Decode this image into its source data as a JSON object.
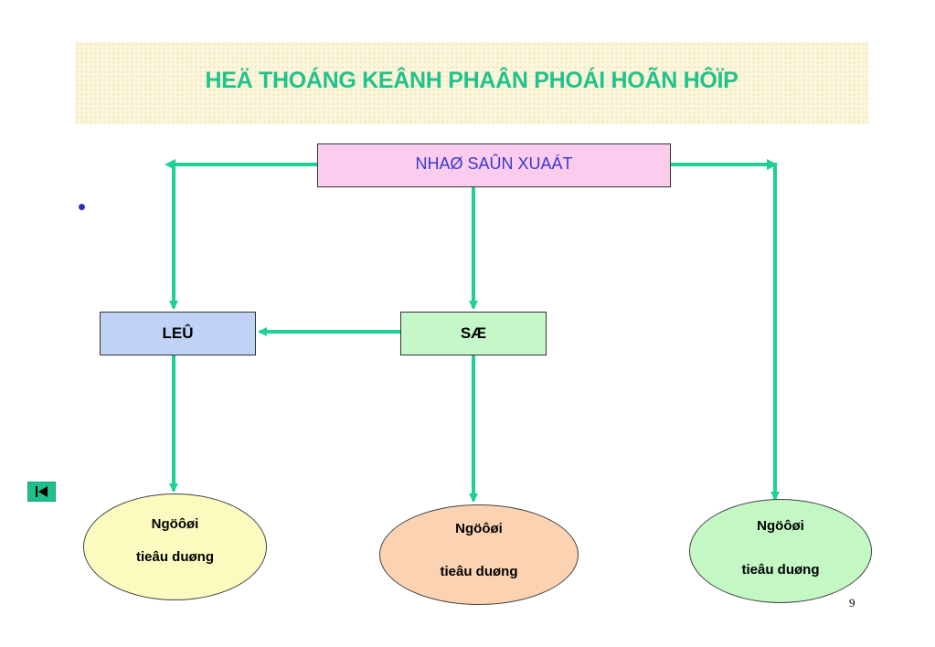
{
  "slide": {
    "title": "HEÄ THOÁNG KEÂNH PHAÂN PHOÁI HOÃN HÔÏP",
    "page_number": "9"
  },
  "nodes": {
    "manufacturer": "NHAØ SAÛN XUAÁT",
    "wholesaler": "LEÛ",
    "retailer": "SÆ",
    "consumers": [
      {
        "line1": "Ngöôøi",
        "line2": "tieâu duøng"
      },
      {
        "line1": "Ngöôøi",
        "line2": "tieâu duøng"
      },
      {
        "line1": "Ngöôøi",
        "line2": "tieâu duøng"
      }
    ]
  },
  "colors": {
    "accent": "#21c28b",
    "arrow": "#1fcf95",
    "manufacturer_fill": "#fbccee",
    "wholesaler_fill": "#c0d2f6",
    "retailer_fill": "#c6f7c9",
    "consumer_1_fill": "#fbfbbf",
    "consumer_2_fill": "#fcd3b2",
    "consumer_3_fill": "#c3f8c4"
  },
  "nav": {
    "icon": "first-slide-icon"
  }
}
